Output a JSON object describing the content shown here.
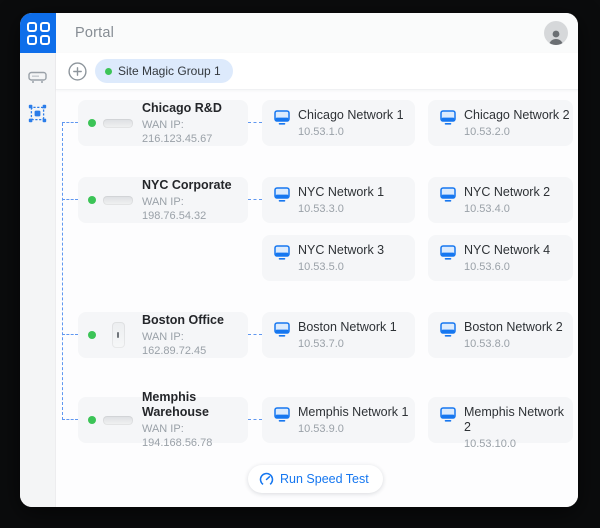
{
  "window": {
    "title": "Portal"
  },
  "sidebar": {
    "logo_icon": "app-grid",
    "items": [
      {
        "icon": "console-device-icon",
        "active": false
      },
      {
        "icon": "site-magic-icon",
        "active": true
      }
    ]
  },
  "toolbar": {
    "add_button_icon": "plus-circle-icon",
    "group_tab": {
      "label": "Site Magic Group 1",
      "status_color": "#3cc457"
    }
  },
  "sites": [
    {
      "name": "Chicago R&D",
      "wan_ip": "WAN IP: 216.123.45.67",
      "device_style": "horizontal",
      "networks": [
        {
          "name": "Chicago Network 1",
          "subnet": "10.53.1.0"
        },
        {
          "name": "Chicago Network 2",
          "subnet": "10.53.2.0"
        }
      ]
    },
    {
      "name": "NYC Corporate",
      "wan_ip": "WAN IP: 198.76.54.32",
      "device_style": "horizontal",
      "networks": [
        {
          "name": "NYC Network 1",
          "subnet": "10.53.3.0"
        },
        {
          "name": "NYC Network 2",
          "subnet": "10.53.4.0"
        },
        {
          "name": "NYC Network 3",
          "subnet": "10.53.5.0"
        },
        {
          "name": "NYC Network 4",
          "subnet": "10.53.6.0"
        }
      ]
    },
    {
      "name": "Boston Office",
      "wan_ip": "WAN IP: 162.89.72.45",
      "device_style": "vertical",
      "networks": [
        {
          "name": "Boston Network 1",
          "subnet": "10.53.7.0"
        },
        {
          "name": "Boston Network 2",
          "subnet": "10.53.8.0"
        }
      ]
    },
    {
      "name": "Memphis Warehouse",
      "wan_ip": "WAN IP: 194.168.56.78",
      "device_style": "horizontal",
      "networks": [
        {
          "name": "Memphis Network 1",
          "subnet": "10.53.9.0"
        },
        {
          "name": "Memphis Network 2",
          "subnet": "10.53.10.0"
        }
      ]
    }
  ],
  "footer": {
    "speed_test": "Run Speed Test"
  },
  "colors": {
    "accent_blue": "#1677f0",
    "logo_blue": "#0e6eea",
    "status_green": "#3cc457",
    "connector_blue": "#5f97f0",
    "card_gray": "#f5f6f8",
    "pill_blue": "#ddeafc"
  }
}
